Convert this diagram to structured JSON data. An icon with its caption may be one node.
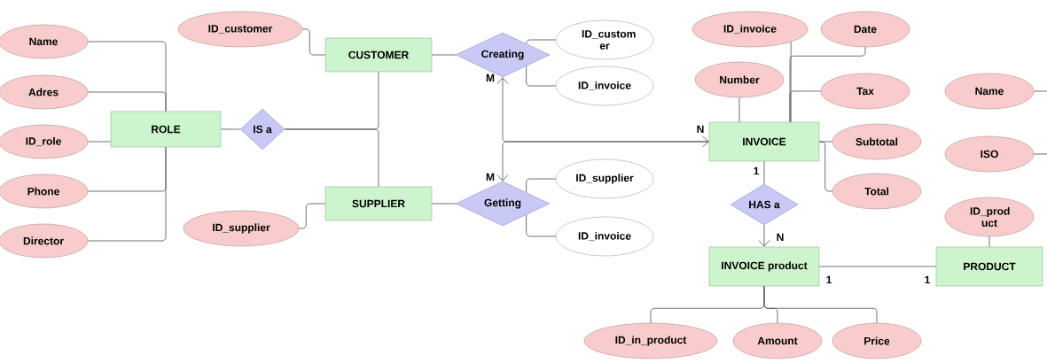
{
  "diagram": {
    "nodes": [
      {
        "text": [
          "Name"
        ]
      },
      {
        "text": [
          "Adres"
        ]
      },
      {
        "text": [
          "ID_role"
        ]
      },
      {
        "text": [
          "Phone"
        ]
      },
      {
        "text": [
          "Director"
        ]
      },
      {
        "text": [
          "ID_customer"
        ]
      },
      {
        "text": [
          "CUSTOMER"
        ]
      },
      {
        "text": [
          "ROLE"
        ]
      },
      {
        "text": [
          "IS a"
        ]
      },
      {
        "text": [
          "SUPPLIER"
        ]
      },
      {
        "text": [
          "ID_supplier"
        ]
      },
      {
        "text": [
          "Creating"
        ]
      },
      {
        "text": [
          "ID_custom er"
        ]
      },
      {
        "text": [
          "ID_invoice"
        ]
      },
      {
        "text": [
          "Getting"
        ]
      },
      {
        "text": [
          "ID_supplier"
        ]
      },
      {
        "text": [
          "ID_invoice"
        ]
      },
      {
        "text": [
          "ID_invoice"
        ]
      },
      {
        "text": [
          "Date"
        ]
      },
      {
        "text": [
          "Number"
        ]
      },
      {
        "text": [
          "Tax"
        ]
      },
      {
        "text": [
          "INVOICE"
        ]
      },
      {
        "text": [
          "Subtotal"
        ]
      },
      {
        "text": [
          "Total"
        ]
      },
      {
        "text": [
          "HAS a"
        ]
      },
      {
        "text": [
          "INVOICE product"
        ]
      },
      {
        "text": [
          "PRODUCT"
        ]
      },
      {
        "text": [
          "Name"
        ]
      },
      {
        "text": [
          "ISO"
        ]
      },
      {
        "text": [
          "ID_prod uct"
        ]
      },
      {
        "text": [
          "ID_in_product"
        ]
      },
      {
        "text": [
          "Amount"
        ]
      },
      {
        "text": [
          "Price"
        ]
      }
    ],
    "edges": [
      {
        "from": 0,
        "to": 7,
        "arrow": "none"
      },
      {
        "from": 1,
        "to": 7,
        "arrow": "none"
      },
      {
        "from": 2,
        "to": 7,
        "arrow": "none"
      },
      {
        "from": 3,
        "to": 7,
        "arrow": "none"
      },
      {
        "from": 4,
        "to": 7,
        "arrow": "none"
      },
      {
        "from": 5,
        "to": 6,
        "arrow": "none"
      },
      {
        "from": 10,
        "to": 9,
        "arrow": "none"
      },
      {
        "from": 7,
        "to": 8,
        "arrow": "none"
      },
      {
        "from": 8,
        "to": 6,
        "arrow": "none"
      },
      {
        "from": 8,
        "to": 9,
        "arrow": "none"
      },
      {
        "from": 6,
        "to": 11,
        "arrow": "none"
      },
      {
        "from": 9,
        "to": 14,
        "arrow": "none"
      },
      {
        "from": 11,
        "to": 12,
        "arrow": "none"
      },
      {
        "from": 11,
        "to": 13,
        "arrow": "none"
      },
      {
        "from": 14,
        "to": 15,
        "arrow": "none"
      },
      {
        "from": 14,
        "to": 16,
        "arrow": "none"
      },
      {
        "from": 11,
        "to": 21,
        "arrow": "both"
      },
      {
        "from": 21,
        "to": 14,
        "arrow": "to"
      },
      {
        "from": 17,
        "to": 21,
        "arrow": "none"
      },
      {
        "from": 18,
        "to": 21,
        "arrow": "none"
      },
      {
        "from": 19,
        "to": 21,
        "arrow": "none"
      },
      {
        "from": 20,
        "to": 21,
        "arrow": "none"
      },
      {
        "from": 22,
        "to": 21,
        "arrow": "none"
      },
      {
        "from": 23,
        "to": 21,
        "arrow": "none"
      },
      {
        "from": 21,
        "to": 24,
        "arrow": "none"
      },
      {
        "from": 24,
        "to": 25,
        "arrow": "to"
      },
      {
        "from": 25,
        "to": 26,
        "arrow": "none"
      },
      {
        "from": 27,
        "to": null,
        "arrow": "none"
      },
      {
        "from": 28,
        "to": null,
        "arrow": "none"
      },
      {
        "from": 29,
        "to": 26,
        "arrow": "none"
      },
      {
        "from": 30,
        "to": 25,
        "arrow": "none"
      },
      {
        "from": 31,
        "to": 25,
        "arrow": "none"
      },
      {
        "from": 32,
        "to": 25,
        "arrow": "none"
      }
    ],
    "labels": [
      "M",
      "N",
      "1",
      "M",
      "N",
      "1",
      "1"
    ]
  }
}
